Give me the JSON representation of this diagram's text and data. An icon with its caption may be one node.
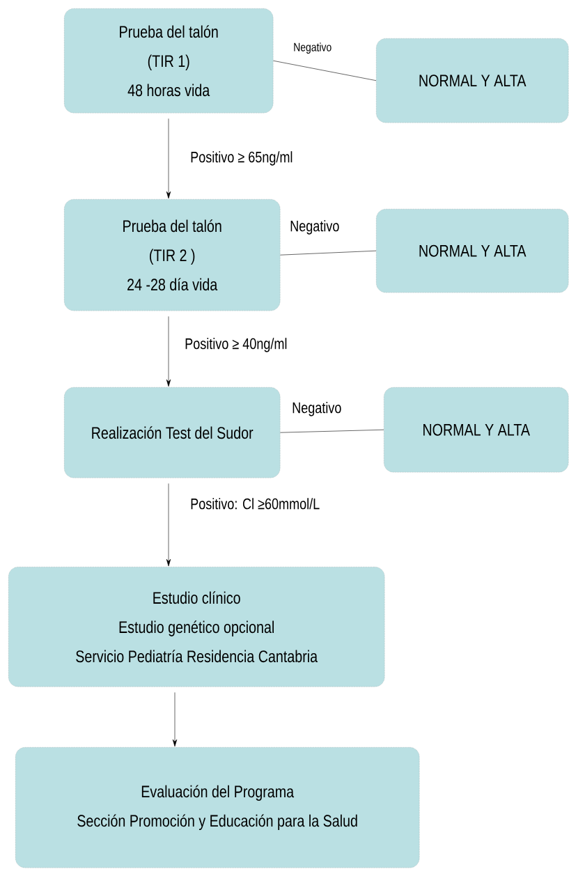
{
  "diagram": {
    "nodes": [
      {
        "text": [
          "Prueba del talón",
          "(TIR 1)",
          "48 horas vida"
        ]
      },
      {
        "text": [
          "NORMAL Y ALTA"
        ]
      },
      {
        "text": [
          "Prueba del talón",
          "(TIR 2 )",
          "24 -28 día vida"
        ]
      },
      {
        "text": [
          "NORMAL Y ALTA"
        ]
      },
      {
        "text": [
          "Realización Test  del Sudor"
        ]
      },
      {
        "text": [
          "NORMAL Y ALTA"
        ]
      },
      {
        "text": [
          "Estudio clínico",
          "Estudio genético opcional",
          "Servicio Pediatría Residencia Cantabria"
        ]
      },
      {
        "text": [
          "Evaluación del Programa",
          "Sección Promoción y Educación para la Salud"
        ]
      }
    ],
    "edges": [
      {
        "from": 0,
        "to": 1,
        "arrow": "none",
        "label": "Negativo"
      },
      {
        "from": 0,
        "to": 2,
        "arrow": "to",
        "label": "Positivo ≥ 65ng/ml"
      },
      {
        "from": 2,
        "to": 3,
        "arrow": "none",
        "label": "Negativo"
      },
      {
        "from": 2,
        "to": 4,
        "arrow": "to",
        "label": "Positivo ≥ 40ng/ml"
      },
      {
        "from": 4,
        "to": 5,
        "arrow": "none",
        "label": "Negativo"
      },
      {
        "from": 4,
        "to": 6,
        "arrow": "to",
        "label": "Positivo: Cl ≥60mmol/L"
      },
      {
        "from": 6,
        "to": 7,
        "arrow": "to"
      }
    ]
  }
}
